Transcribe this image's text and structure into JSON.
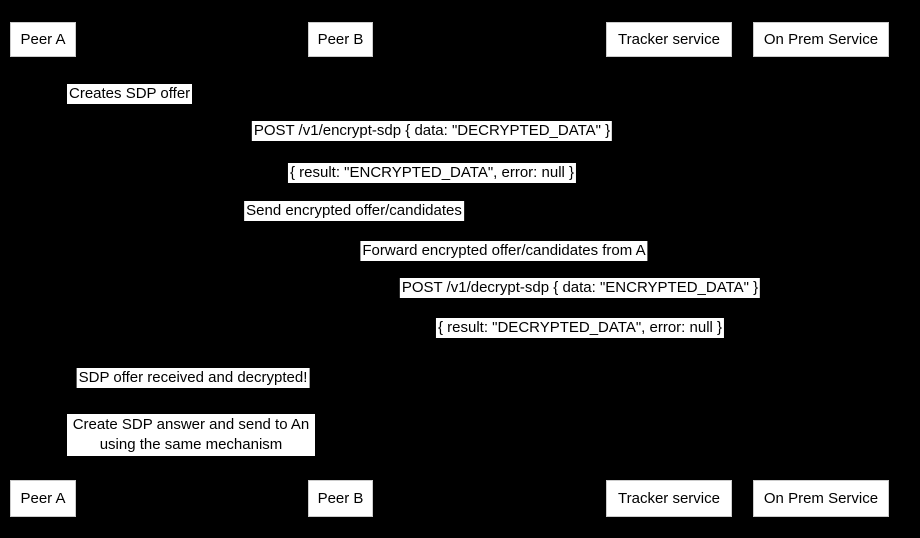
{
  "diagram": {
    "type": "sequence-diagram",
    "background_color": "#000000",
    "actor_fill_color": "#ffffff",
    "text_color": "#000000",
    "participants": [
      {
        "label": "Peer A"
      },
      {
        "label": "Peer B"
      },
      {
        "label": "Tracker service"
      },
      {
        "label": "On Prem Service"
      }
    ],
    "messages": [
      {
        "from": "Peer A",
        "to": "Peer A",
        "text": "Creates SDP offer"
      },
      {
        "from": "Peer A",
        "to": "On Prem Service",
        "text": "POST /v1/encrypt-sdp { data: \"DECRYPTED_DATA\" }"
      },
      {
        "from": "On Prem Service",
        "to": "Peer A",
        "text": "{ result: \"ENCRYPTED_DATA\", error: null }"
      },
      {
        "from": "Peer A",
        "to": "Tracker service",
        "text": "Send encrypted offer/candidates"
      },
      {
        "from": "Tracker service",
        "to": "Peer B",
        "text": "Forward encrypted offer/candidates from A"
      },
      {
        "from": "Peer B",
        "to": "On Prem Service",
        "text": "POST /v1/decrypt-sdp { data: \"ENCRYPTED_DATA\" }"
      },
      {
        "from": "On Prem Service",
        "to": "Peer B",
        "text": "{ result: \"DECRYPTED_DATA\", error: null }"
      },
      {
        "from": "Peer B",
        "to": "Peer A",
        "text": "SDP offer received and decrypted!"
      }
    ],
    "note": {
      "over": "Peer A, Peer B",
      "lines": [
        "Create SDP answer and send to An",
        "using the same mechanism"
      ]
    }
  }
}
